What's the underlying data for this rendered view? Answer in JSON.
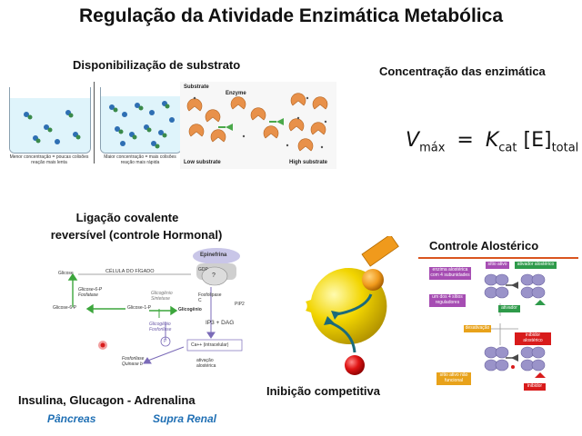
{
  "title": "Regulação da Atividade Enzimática Metabólica",
  "substrate": {
    "heading": "Disponibilização de substrato",
    "beaker_left_caption": "Menor concentração = poucas colisões reação mais lenta",
    "beaker_right_caption": "Maior concentração = mais colisões reação mais rápida",
    "diagram_labels": {
      "substrate": "Substrate",
      "enzyme": "Enzyme",
      "low": "Low substrate",
      "high": "High substrate"
    }
  },
  "enzyme_conc": {
    "heading": "Concentração das enzimática",
    "formula": {
      "v": "V",
      "v_sub": "máx",
      "eq": "=",
      "k": "K",
      "k_sub": "cat",
      "e": "[E]",
      "e_sub": "total"
    }
  },
  "covalent": {
    "heading_line1": "Ligação covalente",
    "heading_line2": "reversível (controle Hormonal)",
    "diagram": {
      "epinefrina": "Epinefrina",
      "celula": "CÉLULA DO FÍGADO",
      "glicose": "Glicose",
      "glicose6p_fosfatase": "Glicose-6-P Fosfatase",
      "glicose6p": "Glicose-6-P",
      "glicose1p": "Glicose-1-P",
      "glicogenio_sintetase": "Glicogênio Sintetase",
      "glicogenio": "Glicogênio",
      "glicogenio_fosforilase": "Glicogênio Fosforilase",
      "fosfolipase": "Fosfolipase C",
      "pip2": "PIP2",
      "ip3_dag": "IP3 + DAG",
      "calcio": "Ca++ (intracelular)",
      "fosforilase_quinase": "Fosforilase Quinase b",
      "ativacao": "ativação alostérica",
      "p": "P",
      "gdp": "GDP",
      "question": "?"
    },
    "hormones": "Insulina, Glucagon - Adrenalina",
    "source_left": "Pâncreas",
    "source_right": "Supra Renal"
  },
  "competitive": {
    "heading": "Inibição competitiva"
  },
  "allosteric": {
    "heading": "Controle Alostérico",
    "labels": {
      "sitio_ativo": "sítio ativo",
      "ativador_alosterico": "ativador alostérico",
      "enzima_alosterica": "enzima alostérica com 4 subunidades",
      "sitios_reguladores": "um dos 4 sítios reguladores",
      "ativador": "ativador",
      "desativacao": "desativação",
      "inibidor_alosterico": "inibidor alostérico",
      "sitio_nao_funcional": "sítio ativo não funcional",
      "inibidor": "inibidor"
    }
  },
  "colors": {
    "accent_orange": "#d9551f",
    "blue_text": "#1f6fb4",
    "enzyme_yellow": "#f2d500",
    "inhibitor_red": "#d91313",
    "substrate_orange": "#f09a1c",
    "arrow_teal": "#1b6a7a"
  }
}
